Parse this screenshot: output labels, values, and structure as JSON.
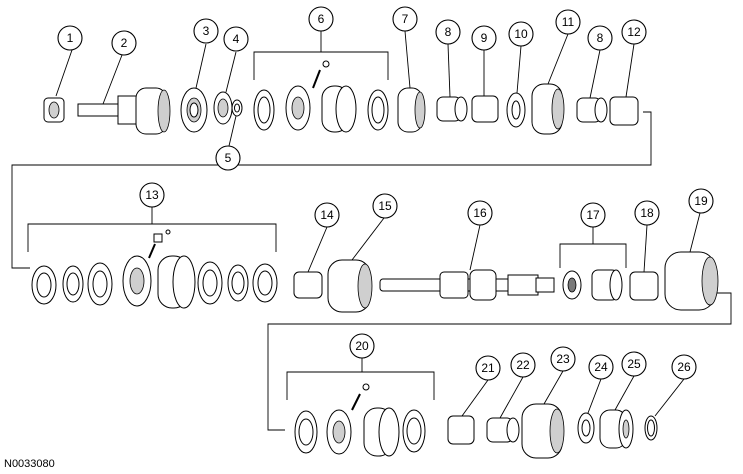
{
  "figure_id": "N0033080",
  "callouts": [
    "1",
    "2",
    "3",
    "4",
    "5",
    "6",
    "7",
    "8",
    "9",
    "10",
    "11",
    "8",
    "12",
    "13",
    "14",
    "15",
    "16",
    "17",
    "18",
    "19",
    "20",
    "21",
    "22",
    "23",
    "24",
    "25",
    "26"
  ]
}
